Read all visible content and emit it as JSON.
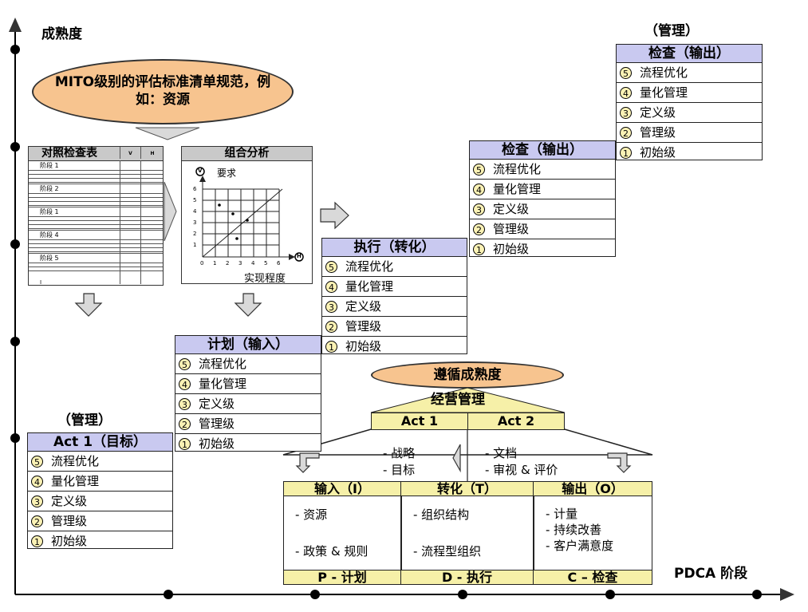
{
  "axis": {
    "y_label": "成熟度",
    "x_label": "PDCA 阶段"
  },
  "management_labels": [
    "（管理）",
    "（管理）"
  ],
  "oval_standard": {
    "text": "MITO级别的评估标准清单规范，例如：资源"
  },
  "checklist": {
    "title": "对照检查表",
    "col_v": "V",
    "col_h": "H",
    "stages": [
      "阶段 1",
      "阶段 2",
      "阶段 1",
      "阶段 4",
      "阶段 5"
    ],
    "footer_mark": "I"
  },
  "combo": {
    "title": "组合分析",
    "v_label": "V",
    "v_text": "要求",
    "h_label": "H",
    "x_text": "实现程度",
    "x_ticks": [
      "0",
      "1",
      "2",
      "3",
      "4",
      "5",
      "6"
    ],
    "y_ticks": [
      "1",
      "2",
      "3",
      "4",
      "5",
      "6"
    ]
  },
  "levels": [
    {
      "title": "Act 1（目标）",
      "rows": [
        "流程优化",
        "量化管理",
        "定义级",
        "管理级",
        "初始级"
      ]
    },
    {
      "title": "计划（输入）",
      "rows": [
        "流程优化",
        "量化管理",
        "定义级",
        "管理级",
        "初始级"
      ]
    },
    {
      "title": "执行（转化）",
      "rows": [
        "流程优化",
        "量化管理",
        "定义级",
        "管理级",
        "初始级"
      ]
    },
    {
      "title": "检查（输出）",
      "rows": [
        "流程优化",
        "量化管理",
        "定义级",
        "管理级",
        "初始级"
      ]
    },
    {
      "title": "检查（输出）",
      "rows": [
        "流程优化",
        "量化管理",
        "定义级",
        "管理级",
        "初始级"
      ]
    }
  ],
  "level_numbers": [
    "5",
    "4",
    "3",
    "2",
    "1"
  ],
  "framework": {
    "oval": "遵循成熟度",
    "roof": "经营管理",
    "act1": "Act 1",
    "act2": "Act 2",
    "left_items": [
      "- 战略",
      "- 目标"
    ],
    "right_items": [
      "- 文档",
      "- 审视 & 评价"
    ],
    "columns": [
      {
        "head": "输入（I）",
        "items": [
          "- 资源",
          "- 政策 & 规则"
        ],
        "foot": "P - 计划"
      },
      {
        "head": "转化（T）",
        "items": [
          "- 组织结构",
          "- 流程型组织"
        ],
        "foot": "D - 执行"
      },
      {
        "head": "输出（O）",
        "items": [
          "- 计量",
          "- 持续改善",
          "- 客户满意度"
        ],
        "foot": "C – 检查"
      }
    ]
  },
  "colors": {
    "oval": "#f7c48f",
    "header": "#c9c9f0",
    "yellow": "#f6f0a8",
    "arrow": "#d9d9d9"
  }
}
